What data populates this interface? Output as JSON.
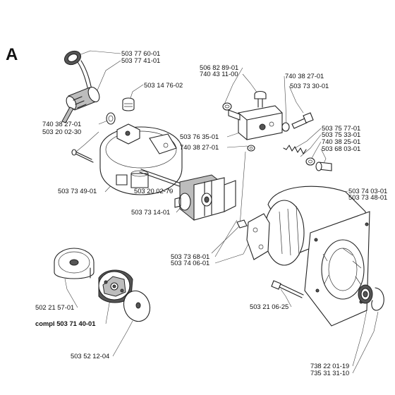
{
  "section": "A",
  "parts": [
    {
      "id": "cap",
      "numbers": [
        "503 77 60-01",
        "503 77 41-01"
      ]
    },
    {
      "id": "plug",
      "numbers": [
        "503 14 76-02"
      ]
    },
    {
      "id": "nut-left",
      "numbers": [
        "740 38 27-01",
        "503 20 02-30"
      ]
    },
    {
      "id": "housing",
      "numbers": [
        "503 73 49-01"
      ]
    },
    {
      "id": "shaft",
      "numbers": [
        "503 20 02-70"
      ]
    },
    {
      "id": "pump",
      "numbers": [
        "503 73 14-01"
      ]
    },
    {
      "id": "valve-screw",
      "numbers": [
        "506 82 89-01",
        "740 43 11-00"
      ]
    },
    {
      "id": "valve-bolt",
      "numbers": [
        "740 38 27-01",
        "503 73 30-01"
      ]
    },
    {
      "id": "valve-block",
      "numbers": [
        "503 76 35-01"
      ]
    },
    {
      "id": "valve-washer",
      "numbers": [
        "740 38 27-01"
      ]
    },
    {
      "id": "valve-spring",
      "numbers": [
        "503 75 77-01",
        "503 75 33-01",
        "740 38 25-01",
        "503 68 03-01"
      ]
    },
    {
      "id": "fan-housing",
      "numbers": [
        "503 74 03-01",
        "503 73 48-01"
      ]
    },
    {
      "id": "coupling",
      "numbers": [
        "503 73 68-01",
        "503 74 06-01"
      ]
    },
    {
      "id": "bolt-bottom",
      "numbers": [
        "503 21 06-25"
      ]
    },
    {
      "id": "bearing",
      "numbers": [
        "738 22 01-19",
        "735 31 31-10"
      ]
    },
    {
      "id": "clutch-drum",
      "numbers": [
        "502 21 57-01"
      ]
    },
    {
      "id": "clutch",
      "numbers": [
        "compl 503 71 40-01"
      ]
    },
    {
      "id": "washer-disc",
      "numbers": [
        "503 52 12-04"
      ]
    }
  ]
}
